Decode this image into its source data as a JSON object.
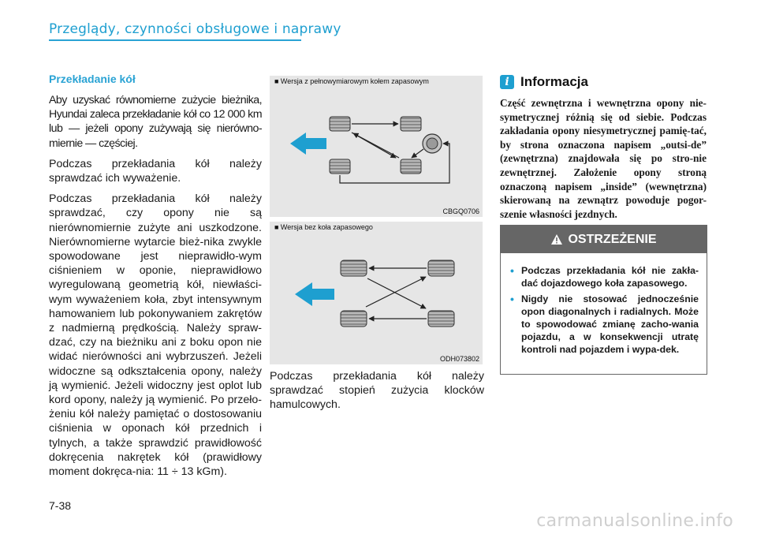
{
  "header": {
    "title": "Przeglądy, czynności obsługowe i naprawy"
  },
  "left": {
    "title": "Przekładanie kół",
    "paragraphs": [
      "Aby uzyskać równomierne zużycie bieżnika, Hyundai zaleca przekładanie kół co 12 000 km lub — jeżeli opony zużywają się nierówno-miernie — częściej.",
      "Podczas przekładania kół należy sprawdzać ich wyważenie.",
      "Podczas przekładania kół należy sprawdzać, czy opony nie są nierównomiernie zużyte ani uszkodzone. Nierównomierne wytarcie bież-nika zwykle spowodowane jest nieprawidło-wym ciśnieniem w oponie, nieprawidłowo wyregulowaną geometrią kół, niewłaści-wym wyważeniem koła, zbyt intensywnym hamowaniem lub pokonywaniem zakrętów z nadmierną prędkością. Należy spraw-dzać, czy na bieżniku ani z boku opon nie widać nierówności ani wybrzuszeń. Jeżeli widoczne są odkształcenia opony, należy ją wymienić. Jeżeli widoczny jest oplot lub kord opony, należy ją wymienić. Po przeło-żeniu kół należy pamiętać o dostosowaniu ciśnienia w oponach kół przednich i tylnych, a także sprawdzić prawidłowość dokręcenia nakrętek kół (prawidłowy moment dokręca-nia: 11 ÷ 13 kGm)."
    ]
  },
  "figures": [
    {
      "caption": "■ Wersja z pełnowymiarowym kołem zapasowym",
      "code": "CBGQ0706"
    },
    {
      "caption": "■ Wersja bez koła zapasowego",
      "code": "ODH073802"
    }
  ],
  "middle": {
    "text": "Podczas przekładania kół należy sprawdzać stopień zużycia klocków hamulcowych."
  },
  "info": {
    "icon": "i",
    "title": "Informacja",
    "text": "Część zewnętrzna i wewnętrzna opony nie-symetrycznej różnią się od siebie. Podczas zakładania opony niesymetrycznej pamię-tać, by strona oznaczona napisem „outsi-de” (zewnętrzna) znajdowała się po stro-nie zewnętrznej. Założenie opony stroną oznaczoną napisem „inside” (wewnętrzna) skierowaną na zewnątrz powoduje pogor-szenie własności jezdnych."
  },
  "warning": {
    "title": "OSTRZEŻENIE",
    "items": [
      "Podczas przekładania kół nie zakła-dać dojazdowego koła zapasowego.",
      "Nigdy nie stosować jednocześnie opon diagonalnych i radialnych. Może to spowodować zmianę zacho-wania pojazdu, a w konsekwencji utratę kontroli nad pojazdem i wypa-dek."
    ]
  },
  "page_number": "7-38",
  "watermark": "carmanualsonline.info",
  "colors": {
    "accent": "#1e9fd0",
    "warning_bg": "#666666",
    "figure_bg": "#e6e6e6"
  }
}
